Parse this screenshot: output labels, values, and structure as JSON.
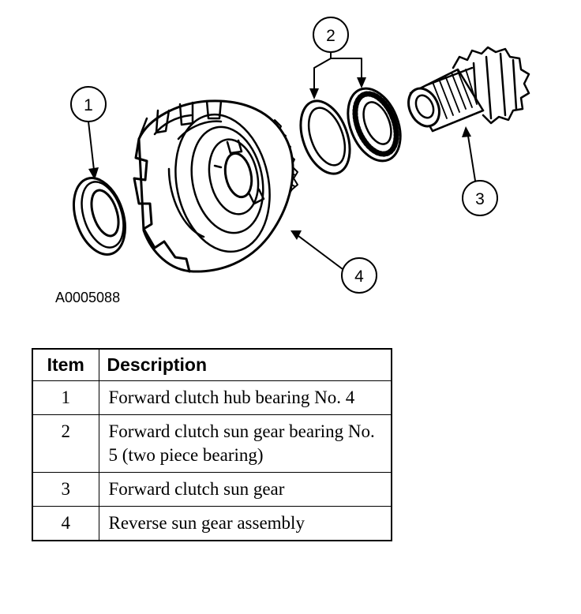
{
  "figure": {
    "id": "A0005088",
    "callouts": [
      "1",
      "2",
      "3",
      "4"
    ]
  },
  "table": {
    "headers": {
      "item": "Item",
      "description": "Description"
    },
    "rows": [
      {
        "item": "1",
        "description": "Forward clutch hub bearing No. 4"
      },
      {
        "item": "2",
        "description": "Forward clutch sun gear bearing No. 5 (two piece bearing)"
      },
      {
        "item": "3",
        "description": "Forward clutch sun gear"
      },
      {
        "item": "4",
        "description": "Reverse sun gear assembly"
      }
    ]
  }
}
